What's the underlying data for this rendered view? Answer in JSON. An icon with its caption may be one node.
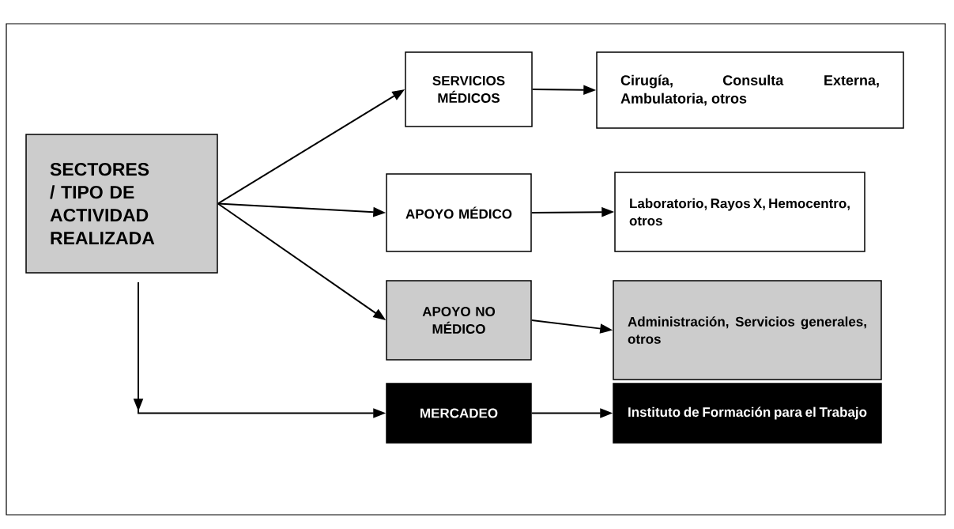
{
  "diagram": {
    "nodes": [
      {
        "text": [
          "SECTORES / TIPO DE ACTIVIDAD REALIZADA"
        ]
      },
      {
        "text": [
          "SERVICIOS MÉDICOS"
        ]
      },
      {
        "text": [
          "Cirugía, Consulta Externa, Ambulatoria, otros"
        ]
      },
      {
        "text": [
          "APOYO MÉDICO"
        ]
      },
      {
        "text": [
          "Laboratorio, Rayos X, Hemocentro, otros"
        ]
      },
      {
        "text": [
          "APOYO NO MÉDICO"
        ]
      },
      {
        "text": [
          "Administración, Servicios generales, otros"
        ]
      },
      {
        "text": [
          "MERCADEO"
        ]
      },
      {
        "text": [
          "Instituto de Formación para el Trabajo"
        ]
      }
    ],
    "edges": [
      {
        "from": 0,
        "to": 1,
        "arrow": "to"
      },
      {
        "from": 0,
        "to": 3,
        "arrow": "to"
      },
      {
        "from": 0,
        "to": 5,
        "arrow": "to"
      },
      {
        "from": 0,
        "to": 7,
        "arrow": "to"
      },
      {
        "from": 1,
        "to": 2,
        "arrow": "to"
      },
      {
        "from": 3,
        "to": 4,
        "arrow": "to"
      },
      {
        "from": 5,
        "to": 6,
        "arrow": "to"
      },
      {
        "from": 7,
        "to": 8,
        "arrow": "to"
      }
    ]
  }
}
